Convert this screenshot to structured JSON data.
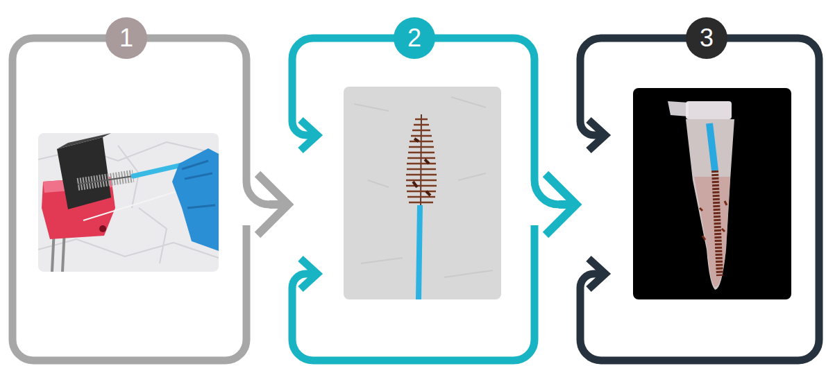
{
  "diagram": {
    "nodes": [
      {
        "text": [
          "1"
        ]
      },
      {
        "text": [
          "2"
        ]
      },
      {
        "text": [
          "3"
        ]
      }
    ],
    "edges": [
      {
        "from": 0,
        "to": 1,
        "arrow": "to"
      },
      {
        "from": 1,
        "to": 2,
        "arrow": "to"
      }
    ]
  }
}
